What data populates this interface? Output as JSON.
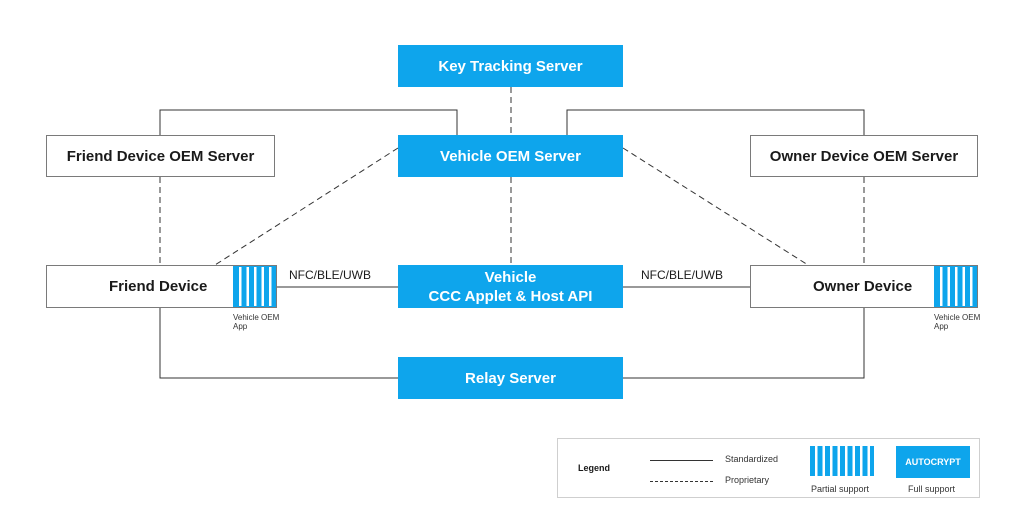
{
  "nodes": {
    "key_tracking_server": "Key Tracking Server",
    "vehicle_oem_server": "Vehicle OEM Server",
    "friend_device_oem_server": "Friend Device OEM Server",
    "owner_device_oem_server": "Owner Device OEM Server",
    "friend_device": "Friend Device",
    "owner_device": "Owner Device",
    "vehicle_line1": "Vehicle",
    "vehicle_line2": "CCC Applet & Host API",
    "relay_server": "Relay Server"
  },
  "app_labels": {
    "friend_line1": "Vehicle OEM",
    "friend_line2": "App",
    "owner_line1": "Vehicle OEM",
    "owner_line2": "App"
  },
  "links": {
    "left_protocol": "NFC/BLE/UWB",
    "right_protocol": "NFC/BLE/UWB"
  },
  "legend": {
    "title": "Legend",
    "standardized": "Standardized",
    "proprietary": "Proprietary",
    "partial_support": "Partial support",
    "full_support_swatch": "AUTOCRYPT",
    "full_support": "Full support"
  },
  "colors": {
    "accent_blue": "#0ea5ec",
    "line": "#333333",
    "border": "#7a7a7a"
  }
}
